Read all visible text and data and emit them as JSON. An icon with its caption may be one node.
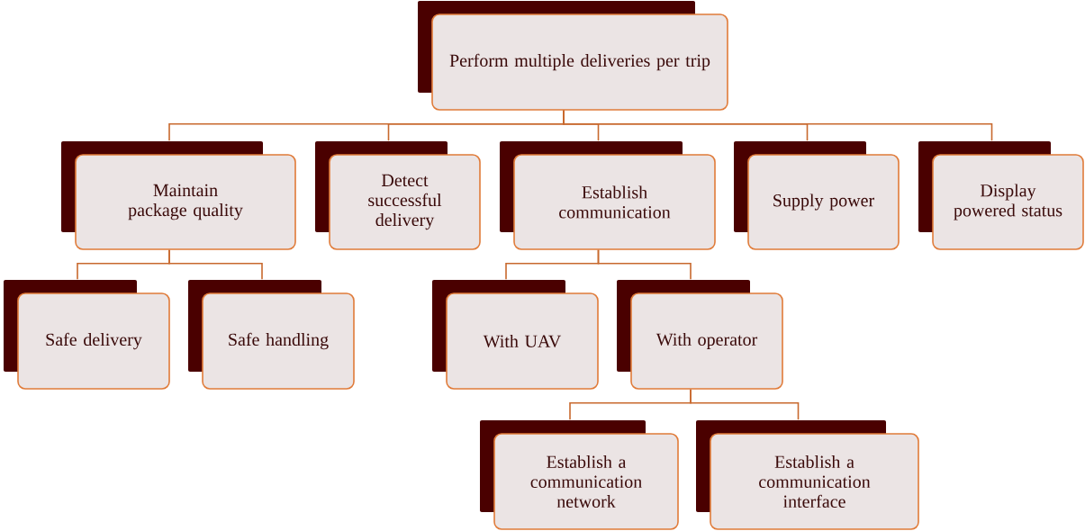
{
  "diagram": {
    "nodes": [
      {
        "text": [
          "Perform multiple deliveries per trip"
        ]
      },
      {
        "text": [
          "Maintain package quality"
        ]
      },
      {
        "text": [
          "Detect successful delivery"
        ]
      },
      {
        "text": [
          "Establish communication"
        ]
      },
      {
        "text": [
          "Supply power"
        ]
      },
      {
        "text": [
          "Display powered status"
        ]
      },
      {
        "text": [
          "Safe delivery"
        ]
      },
      {
        "text": [
          "Safe handling"
        ]
      },
      {
        "text": [
          "With UAV"
        ]
      },
      {
        "text": [
          "With operator"
        ]
      },
      {
        "text": [
          "Establish a communication network"
        ]
      },
      {
        "text": [
          "Establish a communication interface"
        ]
      }
    ],
    "edges": [
      {
        "from": 0,
        "to": 1,
        "arrow": "none"
      },
      {
        "from": 0,
        "to": 2,
        "arrow": "none"
      },
      {
        "from": 0,
        "to": 3,
        "arrow": "none"
      },
      {
        "from": 0,
        "to": 4,
        "arrow": "none"
      },
      {
        "from": 0,
        "to": 5,
        "arrow": "none"
      },
      {
        "from": 1,
        "to": 6,
        "arrow": "none"
      },
      {
        "from": 1,
        "to": 7,
        "arrow": "none"
      },
      {
        "from": 3,
        "to": 8,
        "arrow": "none"
      },
      {
        "from": 3,
        "to": 9,
        "arrow": "none"
      },
      {
        "from": 9,
        "to": 10,
        "arrow": "none"
      },
      {
        "from": 9,
        "to": 11,
        "arrow": "none"
      }
    ]
  }
}
